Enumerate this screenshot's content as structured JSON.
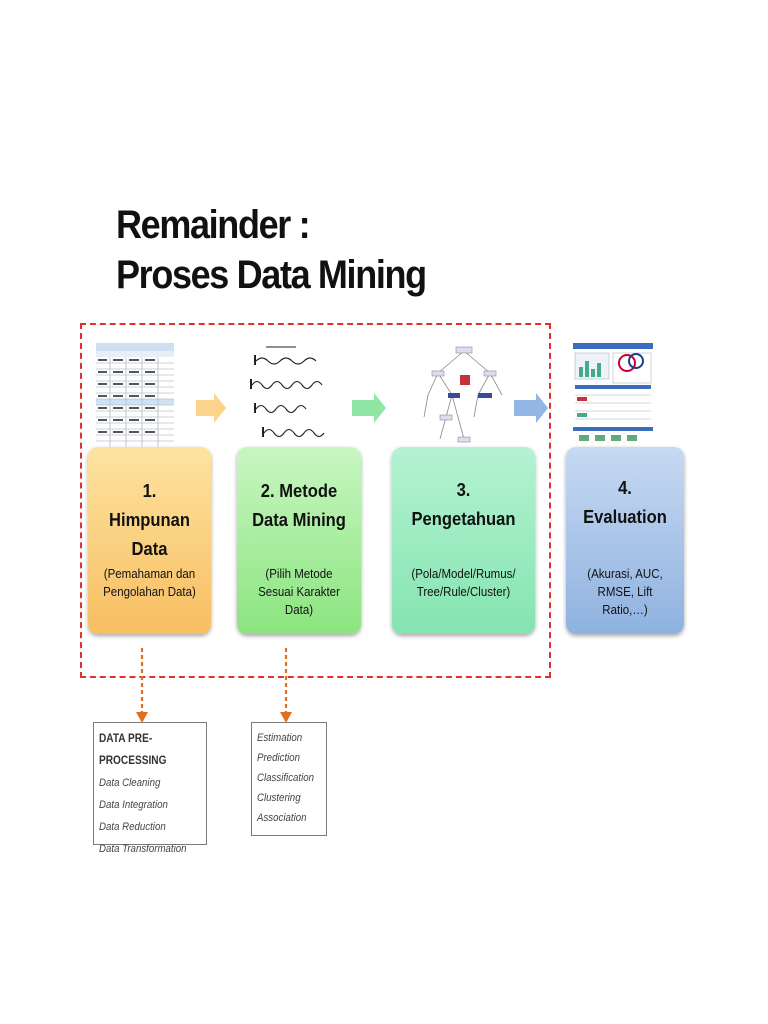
{
  "title": {
    "line1": "Remainder :",
    "line2": "Proses Data Mining"
  },
  "colors": {
    "frame": "#e0322d",
    "connector": "#e07020",
    "step1": "#f8be62",
    "step2": "#8be47f",
    "step3": "#84e4b0",
    "step4": "#8fb2e0",
    "arrow1": "#fcd38a",
    "arrow2": "#8fe6a4",
    "arrow3": "#93b6e4"
  },
  "steps": [
    {
      "title": "1. Himpunan Data",
      "desc": "(Pemahaman dan Pengolahan Data)"
    },
    {
      "title": "2. Metode Data Mining",
      "desc": "(Pilih Metode Sesuai Karakter Data)"
    },
    {
      "title": "3. Pengetahuan",
      "desc": "(Pola/Model/Rumus/ Tree/Rule/Cluster)"
    },
    {
      "title": "4. Evaluation",
      "desc": "(Akurasi, AUC, RMSE, Lift Ratio,…)"
    }
  ],
  "notes": {
    "preprocessing": {
      "heading": "DATA PRE-PROCESSING",
      "items": [
        "Data Cleaning",
        "Data Integration",
        "Data Reduction",
        "Data Transformation"
      ]
    },
    "methods": {
      "items": [
        "Estimation",
        "Prediction",
        "Classification",
        "Clustering",
        "Association"
      ]
    }
  },
  "thumbnails": [
    "spreadsheet-thumbnail",
    "formula-thumbnail",
    "tree-thumbnail",
    "evaluation-thumbnail"
  ]
}
